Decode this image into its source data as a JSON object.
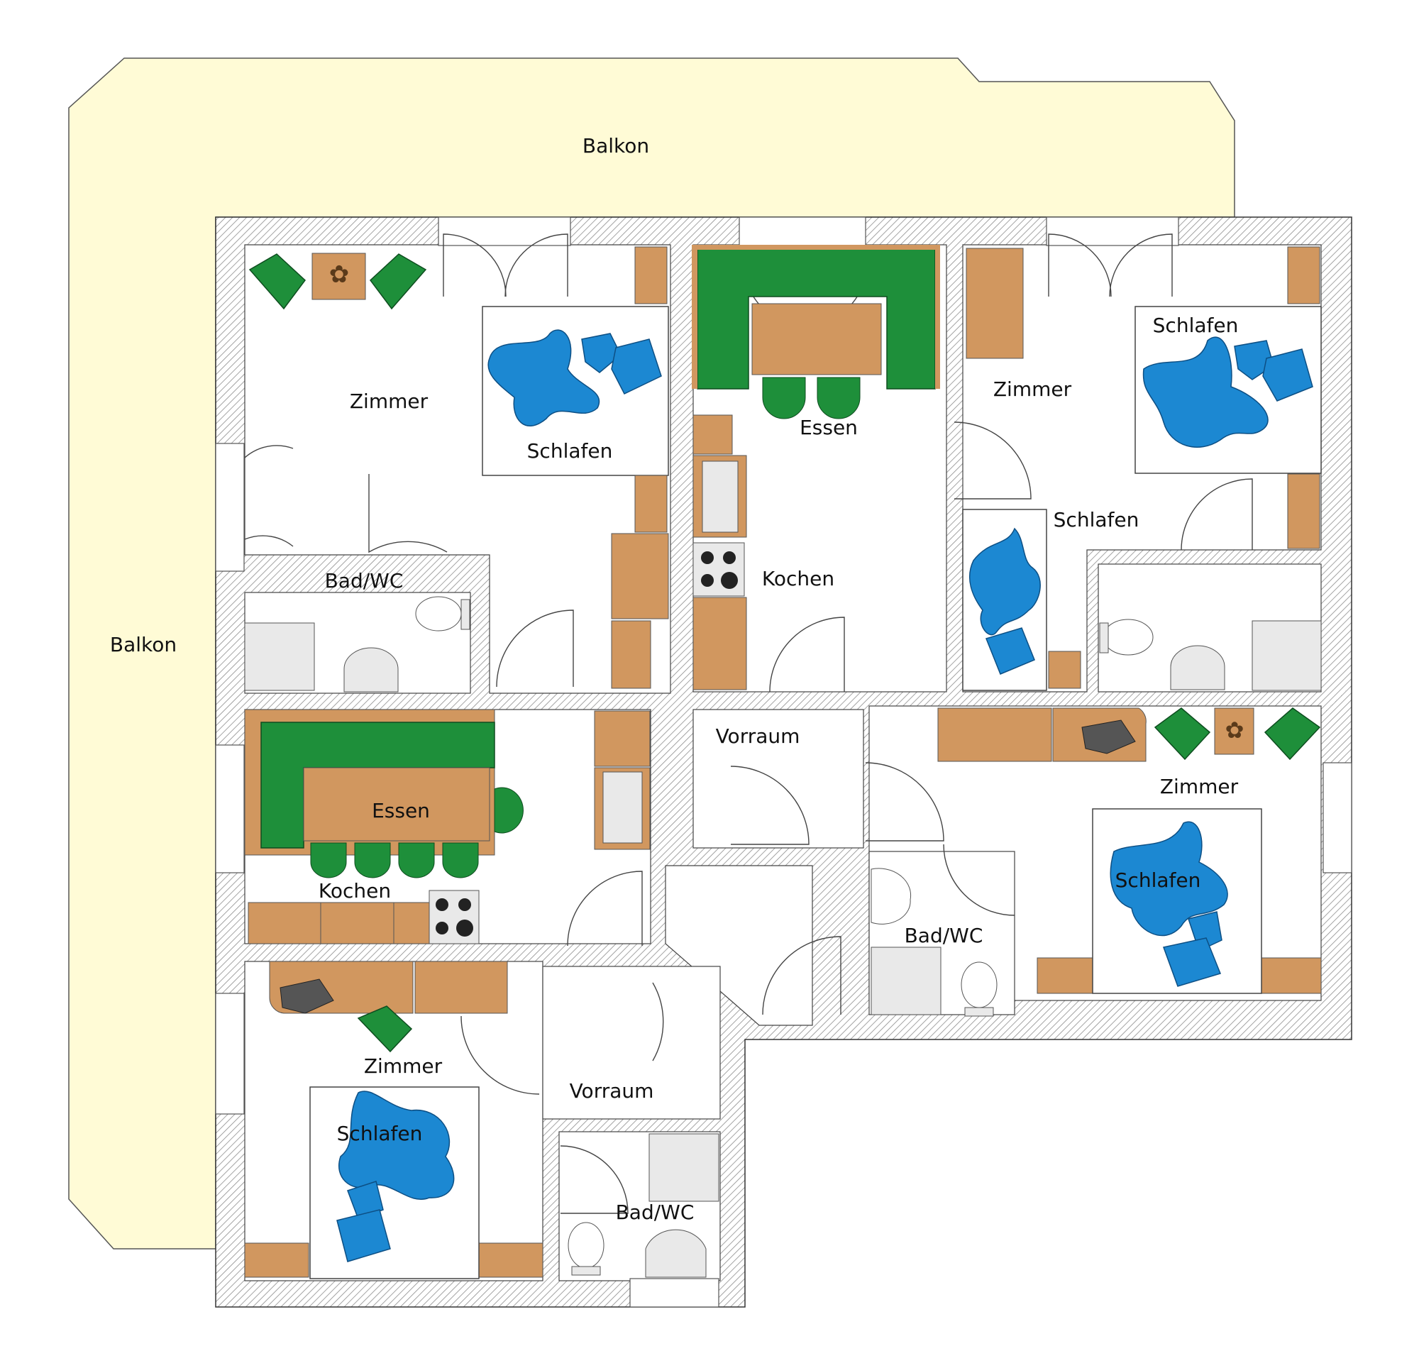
{
  "colors": {
    "balcony": "#fffbd6",
    "wall_hatch": "#9a9a9a",
    "wood": "#d1975f",
    "green": "#1e8f3a",
    "blue": "#1c88d2",
    "fixture": "#e9e9e9",
    "dark": "#555555"
  },
  "labels": {
    "balkon_top": "Balkon",
    "balkon_left": "Balkon",
    "nw_zimmer": "Zimmer",
    "nw_schlafen": "Schlafen",
    "nw_bad": "Bad/WC",
    "nc_essen": "Essen",
    "nc_kochen": "Kochen",
    "ne_zimmer": "Zimmer",
    "ne_schlafen_top": "Schlafen",
    "ne_schlafen_mid": "Schlafen",
    "w_essen": "Essen",
    "w_kochen": "Kochen",
    "c_vorraum": "Vorraum",
    "e_zimmer": "Zimmer",
    "e_schlafen": "Schlafen",
    "c_bad": "Bad/WC",
    "sw_zimmer": "Zimmer",
    "sw_schlafen": "Schlafen",
    "s_vorraum": "Vorraum",
    "s_bad": "Bad/WC"
  }
}
